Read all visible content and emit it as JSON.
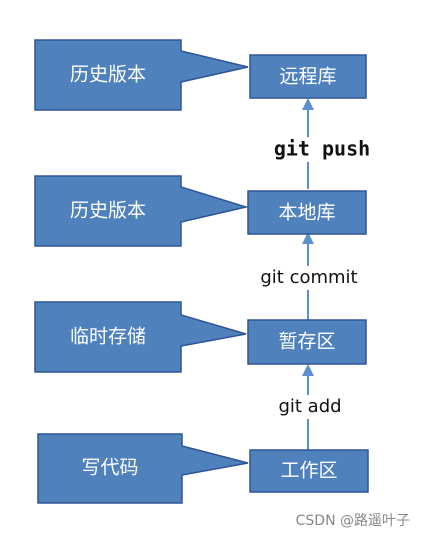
{
  "stages": [
    {
      "id": "remote",
      "label": "远程库",
      "note": "历史版本"
    },
    {
      "id": "local",
      "label": "本地库",
      "note": "历史版本"
    },
    {
      "id": "staging",
      "label": "暂存区",
      "note": "临时存储"
    },
    {
      "id": "workspace",
      "label": "工作区",
      "note": "写代码"
    }
  ],
  "commands": {
    "push": "git push",
    "commit": "git commit",
    "add": "git add"
  },
  "watermark": "CSDN @路遥叶子",
  "colors": {
    "box_fill": "#4f81bd",
    "box_stroke": "#2e5596",
    "arrow": "#5b8fce"
  }
}
